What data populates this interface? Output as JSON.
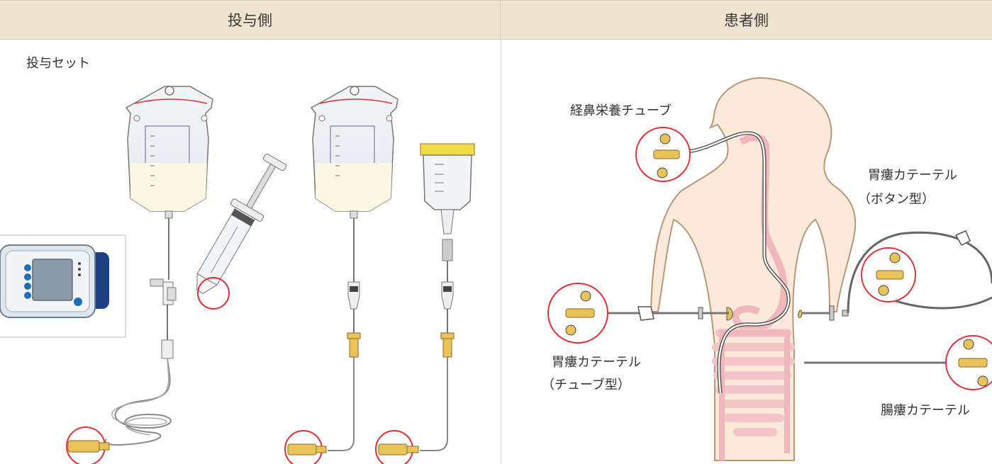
{
  "table": {
    "header_left": "投与側",
    "header_right": "患者側"
  },
  "administration_side": {
    "section_label": "投与セット"
  },
  "patient_side": {
    "nasal_tube_label": "経鼻栄養チューブ",
    "gastrostomy_button_label_line1": "胃瘻カテーテル",
    "gastrostomy_button_label_line2": "（ボタン型）",
    "gastrostomy_tube_label_line1": "胃瘻カテーテル",
    "gastrostomy_tube_label_line2": "（チューブ型）",
    "enterostomy_label": "腸瘻カテーテル"
  },
  "colors": {
    "header_bg": "#efe4cf",
    "highlight_circle": "#e0303a",
    "skin": "#fbe9da",
    "body_outline": "#b89878",
    "digestive": "#f6c9cc",
    "connector_yellow": "#e9c25a",
    "pump_blue": "#1f3f86"
  }
}
